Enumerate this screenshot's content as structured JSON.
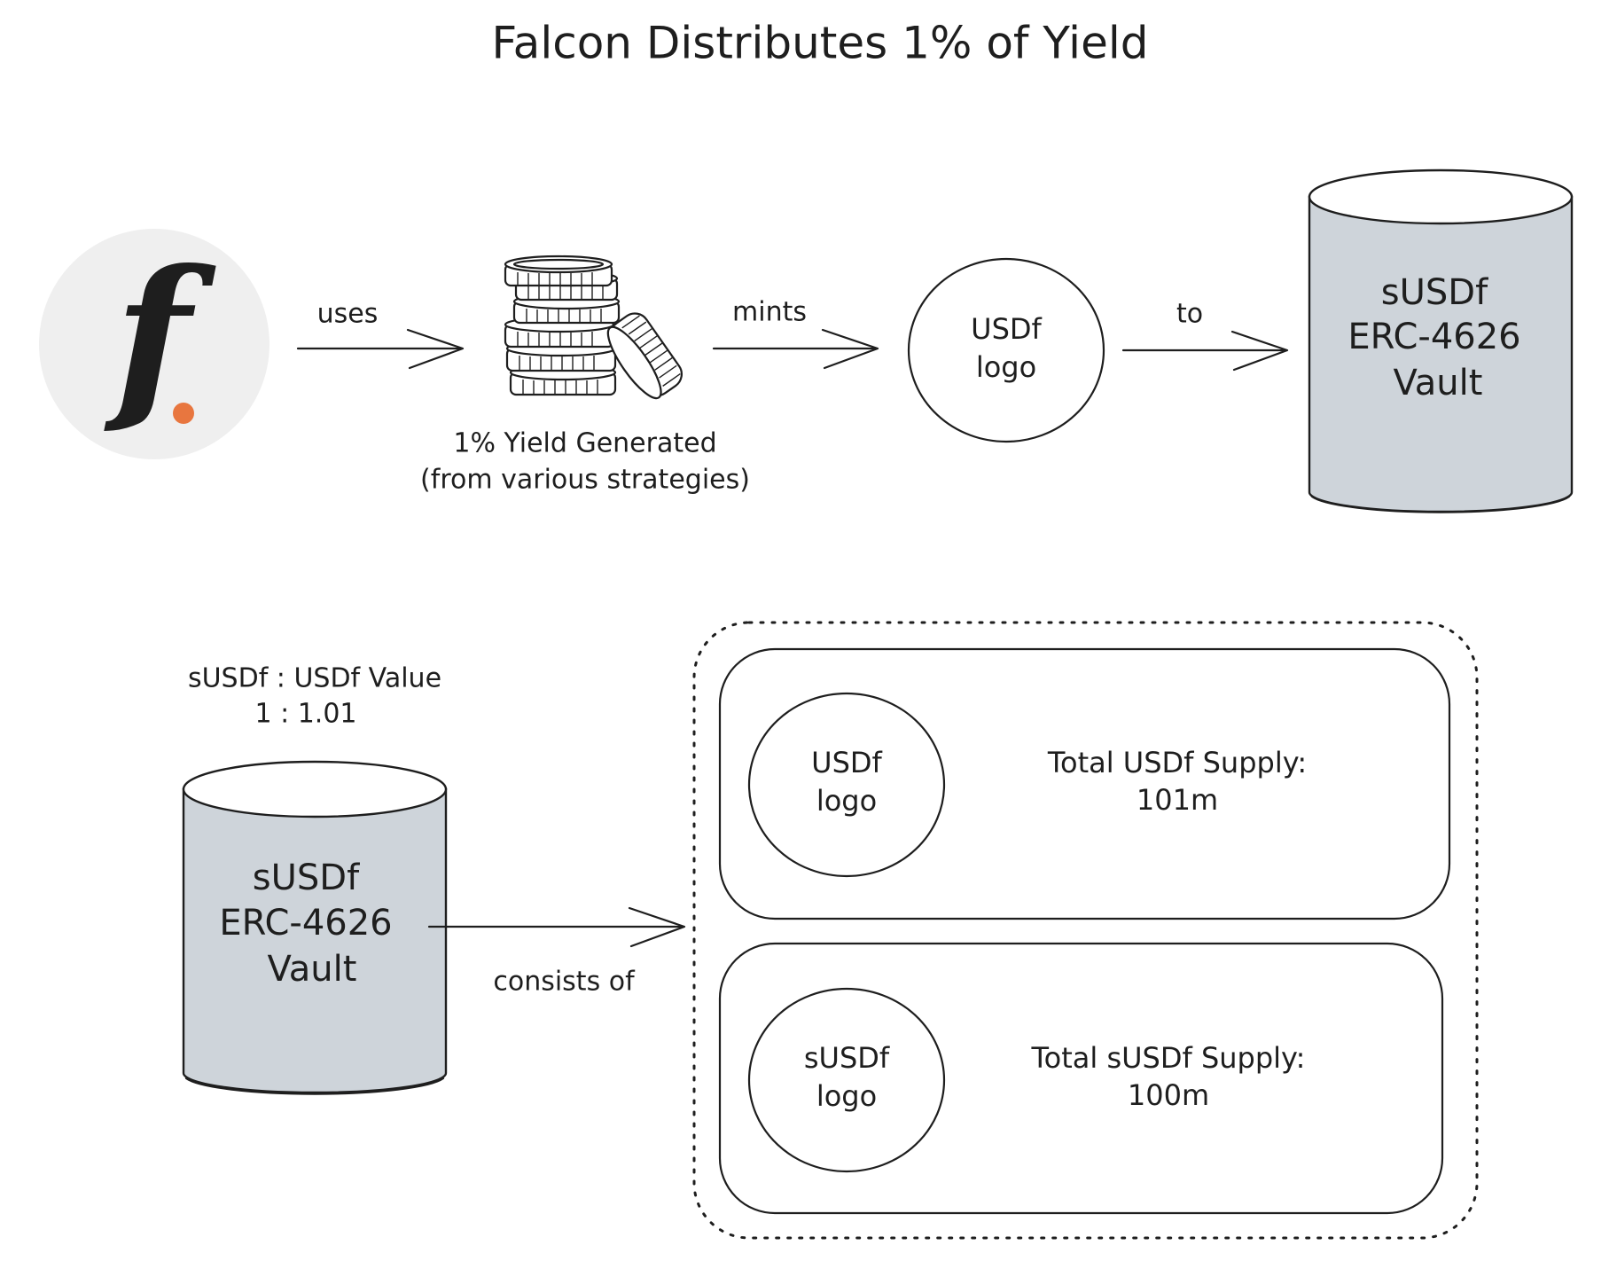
{
  "title": "Falcon Distributes 1% of Yield",
  "top_row": {
    "uses_label": "uses",
    "coins_caption_line1": "1% Yield Generated",
    "coins_caption_line2": "(from various strategies)",
    "mints_label": "mints",
    "usdf_circle_line1": "USDf",
    "usdf_circle_line2": "logo",
    "to_label": "to",
    "vault_line1": "sUSDf",
    "vault_line2": "ERC-4626",
    "vault_line3": "Vault"
  },
  "falcon_logo": {
    "glyph": "f",
    "circle_color": "#efefef",
    "dot_color": "#e8763f"
  },
  "bottom_row": {
    "ratio_line1": "sUSDf : USDf Value",
    "ratio_line2": "1 : 1.01",
    "vault_line1": "sUSDf",
    "vault_line2": "ERC-4626",
    "vault_line3": "Vault",
    "consists_label": "consists of",
    "cards": [
      {
        "logo_line1": "USDf",
        "logo_line2": "logo",
        "supply_line1": "Total USDf Supply:",
        "supply_line2": "101m"
      },
      {
        "logo_line1": "sUSDf",
        "logo_line2": "logo",
        "supply_line1": "Total sUSDf Supply:",
        "supply_line2": "100m"
      }
    ]
  },
  "colors": {
    "vault_fill": "#ced4da",
    "ink": "#1e1e1e"
  }
}
